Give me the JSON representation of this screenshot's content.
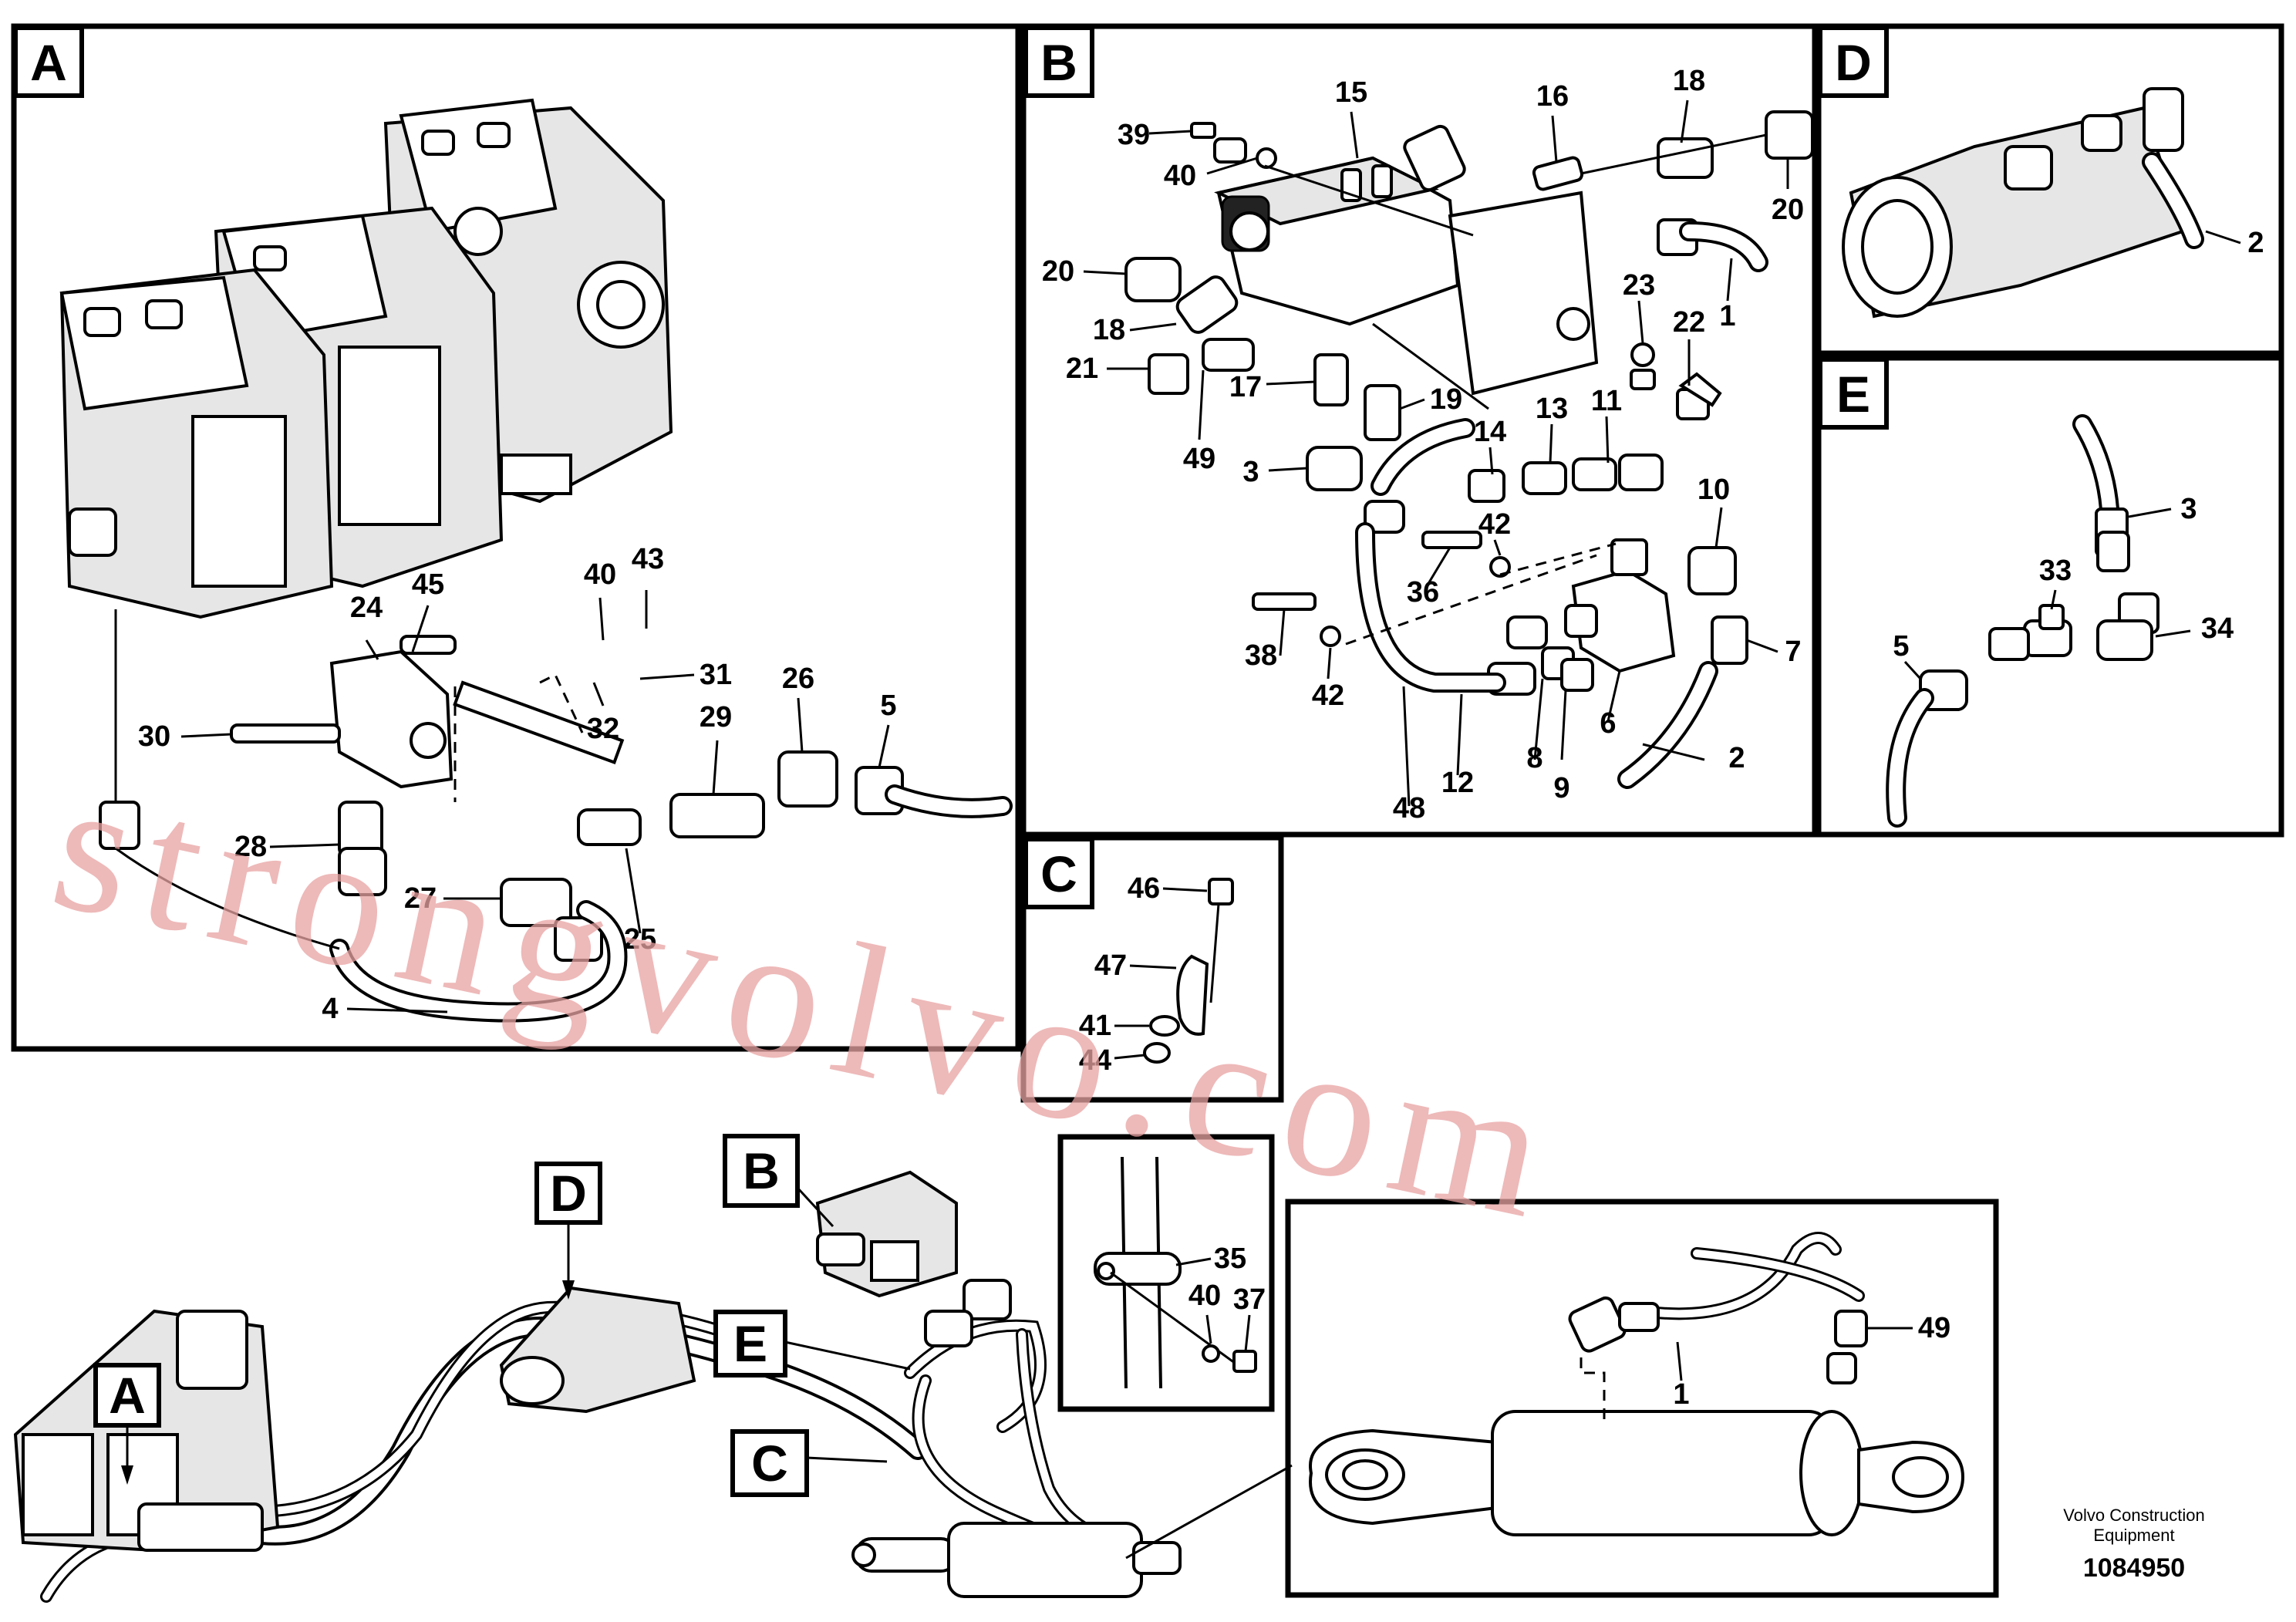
{
  "panels": [
    {
      "letter": "A"
    },
    {
      "letter": "B"
    },
    {
      "letter": "C"
    },
    {
      "letter": "D"
    },
    {
      "letter": "E"
    }
  ],
  "overview_tags": [
    "B",
    "D",
    "E",
    "A",
    "C"
  ],
  "callouts": {
    "A": [
      "45",
      "24",
      "40",
      "43",
      "31",
      "32",
      "26",
      "29",
      "5",
      "30",
      "28",
      "27",
      "25",
      "4"
    ],
    "B": [
      "39",
      "15",
      "16",
      "18",
      "40",
      "20",
      "20",
      "23",
      "1",
      "22",
      "18",
      "21",
      "17",
      "19",
      "49",
      "14",
      "13",
      "11",
      "3",
      "42",
      "10",
      "36",
      "38",
      "42",
      "7",
      "6",
      "12",
      "8",
      "9",
      "2",
      "48"
    ],
    "C": [
      "46",
      "47",
      "41",
      "44"
    ],
    "D": [
      "2"
    ],
    "E": [
      "3",
      "33",
      "34",
      "5"
    ],
    "overview": [
      "35",
      "40",
      "37",
      "49",
      "1"
    ]
  },
  "watermark": "strongvolvo.com",
  "footer": {
    "brand_line1": "Volvo Construction",
    "brand_line2": "Equipment",
    "figure_number": "1084950"
  }
}
